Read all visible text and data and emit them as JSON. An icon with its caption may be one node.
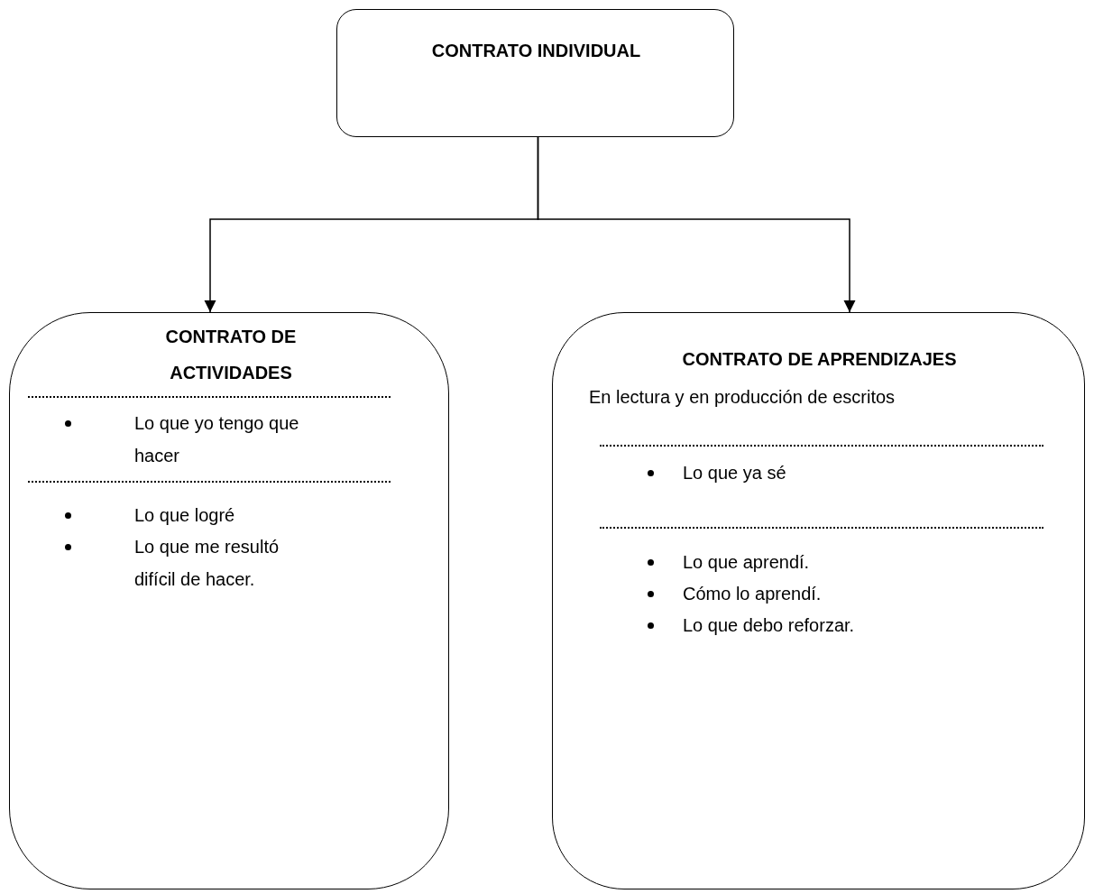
{
  "diagram": {
    "nodes": [
      {
        "text": [
          "CONTRATO INDIVIDUAL"
        ]
      },
      {
        "text": [
          "CONTRATO DE ACTIVIDADES",
          "Lo que yo tengo que hacer",
          "Lo que logré",
          "Lo que me resultó difícil de hacer."
        ]
      },
      {
        "text": [
          "CONTRATO DE APRENDIZAJES",
          "En lectura y en producción de escritos",
          "Lo que ya sé",
          "Lo que aprendí.",
          "Cómo lo aprendí.",
          "Lo que debo reforzar."
        ]
      }
    ],
    "edges": [
      {
        "from": 0,
        "to": 1,
        "arrow": "to"
      },
      {
        "from": 0,
        "to": 2,
        "arrow": "to"
      }
    ]
  }
}
